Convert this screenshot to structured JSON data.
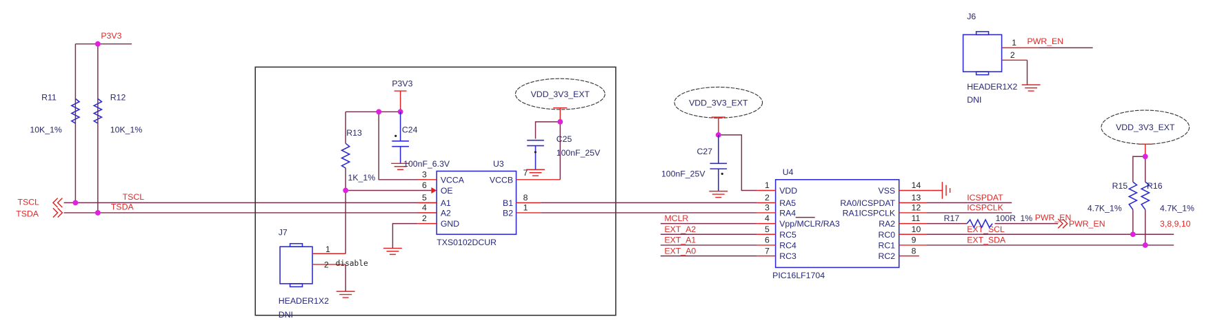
{
  "nets": {
    "p3v3": "P3V3",
    "tscl": "TSCL",
    "tsda": "TSDA",
    "vdd_ext": "VDD_3V3_EXT",
    "mclr": "MCLR",
    "ext_a2": "EXT_A2",
    "ext_a1": "EXT_A1",
    "ext_a0": "EXT_A0",
    "icspdat": "ICSPDAT",
    "icspclk": "ICSPCLK",
    "pwr_en": "PWR_EN",
    "ext_scl": "EXT_SCL",
    "ext_sda": "EXT_SDA",
    "disable": "disable"
  },
  "components": {
    "r11": {
      "ref": "R11",
      "value": "10K_1%"
    },
    "r12": {
      "ref": "R12",
      "value": "10K_1%"
    },
    "r13": {
      "ref": "R13",
      "value": "1K_1%"
    },
    "c24": {
      "ref": "C24",
      "value": "100nF_6.3V"
    },
    "c25": {
      "ref": "C25",
      "value": "100nF_25V"
    },
    "c27": {
      "ref": "C27",
      "value": "100nF_25V"
    },
    "r15": {
      "ref": "R15",
      "value": "4.7K_1%"
    },
    "r16": {
      "ref": "R16",
      "value": "4.7K_1%",
      "note": "3,8,9,10"
    },
    "r17": {
      "ref": "R17",
      "value": "100R",
      "tol": "1%"
    },
    "j6": {
      "ref": "J6",
      "part": "HEADER1X2",
      "note": "DNI",
      "pins": [
        "1",
        "2"
      ]
    },
    "j7": {
      "ref": "J7",
      "part": "HEADER1X2",
      "note": "DNI",
      "pins": [
        "1",
        "2"
      ]
    },
    "u3": {
      "ref": "U3",
      "part": "TXS0102DCUR",
      "left_pins": [
        [
          "3",
          "VCCA"
        ],
        [
          "6",
          "OE"
        ],
        [
          "5",
          "A1"
        ],
        [
          "4",
          "A2"
        ],
        [
          "2",
          "GND"
        ]
      ],
      "right_pins": [
        [
          "7",
          "VCCB"
        ],
        [
          "8",
          "B1"
        ],
        [
          "1",
          "B2"
        ]
      ]
    },
    "u4": {
      "ref": "U4",
      "part": "PIC16LF1704",
      "left_pins": [
        [
          "1",
          "VDD"
        ],
        [
          "2",
          "RA5"
        ],
        [
          "3",
          "RA4"
        ],
        [
          "4",
          "Vpp/MCLR/RA3"
        ],
        [
          "5",
          "RC5"
        ],
        [
          "6",
          "RC4"
        ],
        [
          "7",
          "RC3"
        ]
      ],
      "right_pins": [
        [
          "14",
          "VSS"
        ],
        [
          "13",
          "RA0/ICSPDAT"
        ],
        [
          "12",
          "RA1ICSPCLK"
        ],
        [
          "11",
          "RA2"
        ],
        [
          "10",
          "RC0"
        ],
        [
          "9",
          "RC1"
        ],
        [
          "8",
          "RC2"
        ]
      ]
    }
  },
  "colors": {
    "wire": "#7a2a4a",
    "pin": "#e02020",
    "component": "#2a2ad0",
    "junction": "#e020e0",
    "net_label": "#e02828"
  }
}
